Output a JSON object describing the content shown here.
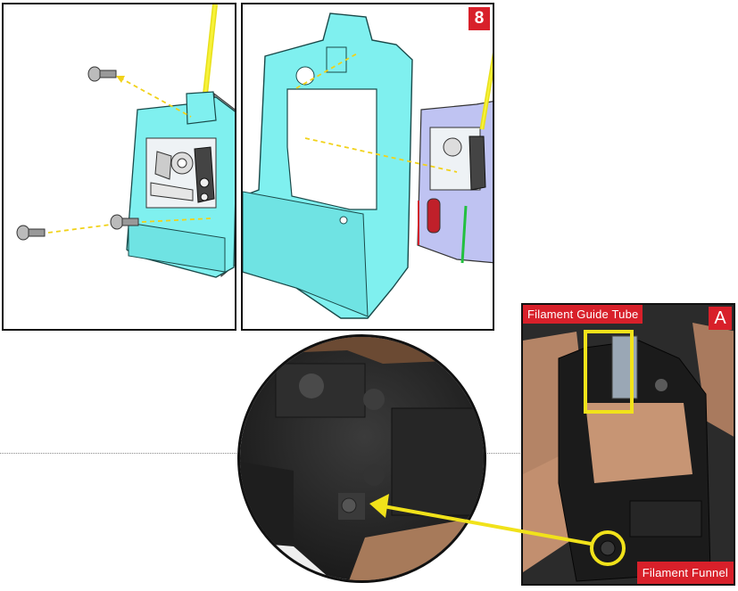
{
  "step_number": "8",
  "photo_badge": "A",
  "labels": {
    "guide_tube": "Filament Guide Tube",
    "funnel": "Filament Funnel"
  },
  "colors": {
    "accent_red": "#d8202a",
    "part_cyan": "#7ff0ef",
    "bracket_lavender": "#bfc3f2",
    "filament_yellow": "#f5ef2a",
    "highlight_yellow": "#f1e21a"
  }
}
